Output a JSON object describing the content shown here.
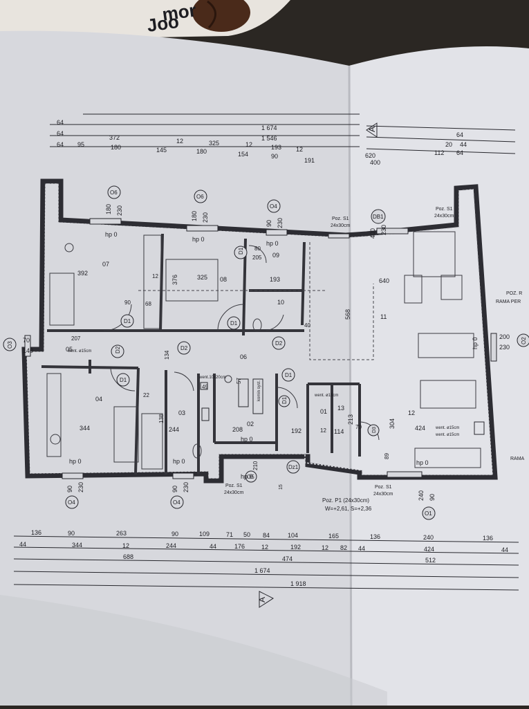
{
  "background": {
    "mug_text_1": "Joo",
    "mug_text_2": "mor"
  },
  "colors": {
    "paper": "#dcdde2",
    "line": "#26262c",
    "wall": "#3a3a40",
    "mug": "#ece8e2",
    "mug_ink": "#3b2418"
  },
  "top_dims": {
    "row1": [
      "64",
      "1 674"
    ],
    "row2": [
      "64",
      "372",
      "1 546",
      "12",
      "325",
      "64"
    ],
    "row3": [
      "64",
      "95",
      "180",
      "145",
      "180",
      "154",
      "90",
      "12",
      "193",
      "12",
      "191",
      "620",
      "400",
      "112",
      "20",
      "44",
      "64"
    ]
  },
  "section_marks": {
    "top": "A",
    "bottom": "A"
  },
  "axes": [
    "O6",
    "O6",
    "O4",
    "O3",
    "O4",
    "O4",
    "O1",
    "O2",
    "O5"
  ],
  "rooms": [
    "07",
    "08",
    "09",
    "10",
    "11",
    "06",
    "05",
    "04",
    "03",
    "02",
    "01",
    "13",
    "12"
  ],
  "room_dims": [
    "392",
    "376",
    "325",
    "193",
    "640",
    "568",
    "344",
    "244",
    "208",
    "192",
    "114",
    "424",
    "304",
    "213"
  ],
  "doors": [
    "D1",
    "D1",
    "D1",
    "D1",
    "D1",
    "D1",
    "D2",
    "D2",
    "D2",
    "D3",
    "DB1",
    "Dz1"
  ],
  "window_dims": [
    "180",
    "230",
    "180",
    "230",
    "90",
    "230",
    "400",
    "230",
    "200",
    "230",
    "90",
    "230",
    "90",
    "230",
    "240",
    "90",
    "70",
    "140"
  ],
  "heights": [
    "hp 0",
    "hp 0",
    "hp 0",
    "hp 0",
    "hp 0",
    "hp 0",
    "hp 0",
    "hp 0",
    "hp 0"
  ],
  "misc_small": [
    "80",
    "205",
    "90",
    "68",
    "12",
    "134",
    "40",
    "207",
    "49",
    "57",
    "22",
    "138",
    "210",
    "15",
    "70",
    "12",
    "89",
    "82"
  ],
  "notes": {
    "poz_s1": "Poz. S1",
    "size_24x30": "24x30cm",
    "poz_p1": "Poz. P1 (24x30cm)",
    "levels": "W=+2,61, S=+2,36",
    "went_10x20": "went.10x20cm",
    "went_15": "went. ø15cm",
    "komin": "komin syst.",
    "poz_r": "POZ. R",
    "rama_per": "RAMA PER",
    "rama": "RAMA"
  },
  "bottom_dims": {
    "row1": [
      "136",
      "90",
      "263",
      "90",
      "109",
      "71",
      "50",
      "84",
      "104",
      "165",
      "136",
      "240",
      "136"
    ],
    "row2": [
      "44",
      "344",
      "12",
      "244",
      "44",
      "176",
      "12",
      "192",
      "12",
      "82",
      "44",
      "424",
      "44"
    ],
    "row3": [
      "688",
      "474",
      "512"
    ],
    "row4": [
      "1 674"
    ],
    "row5": [
      "1 918"
    ]
  }
}
